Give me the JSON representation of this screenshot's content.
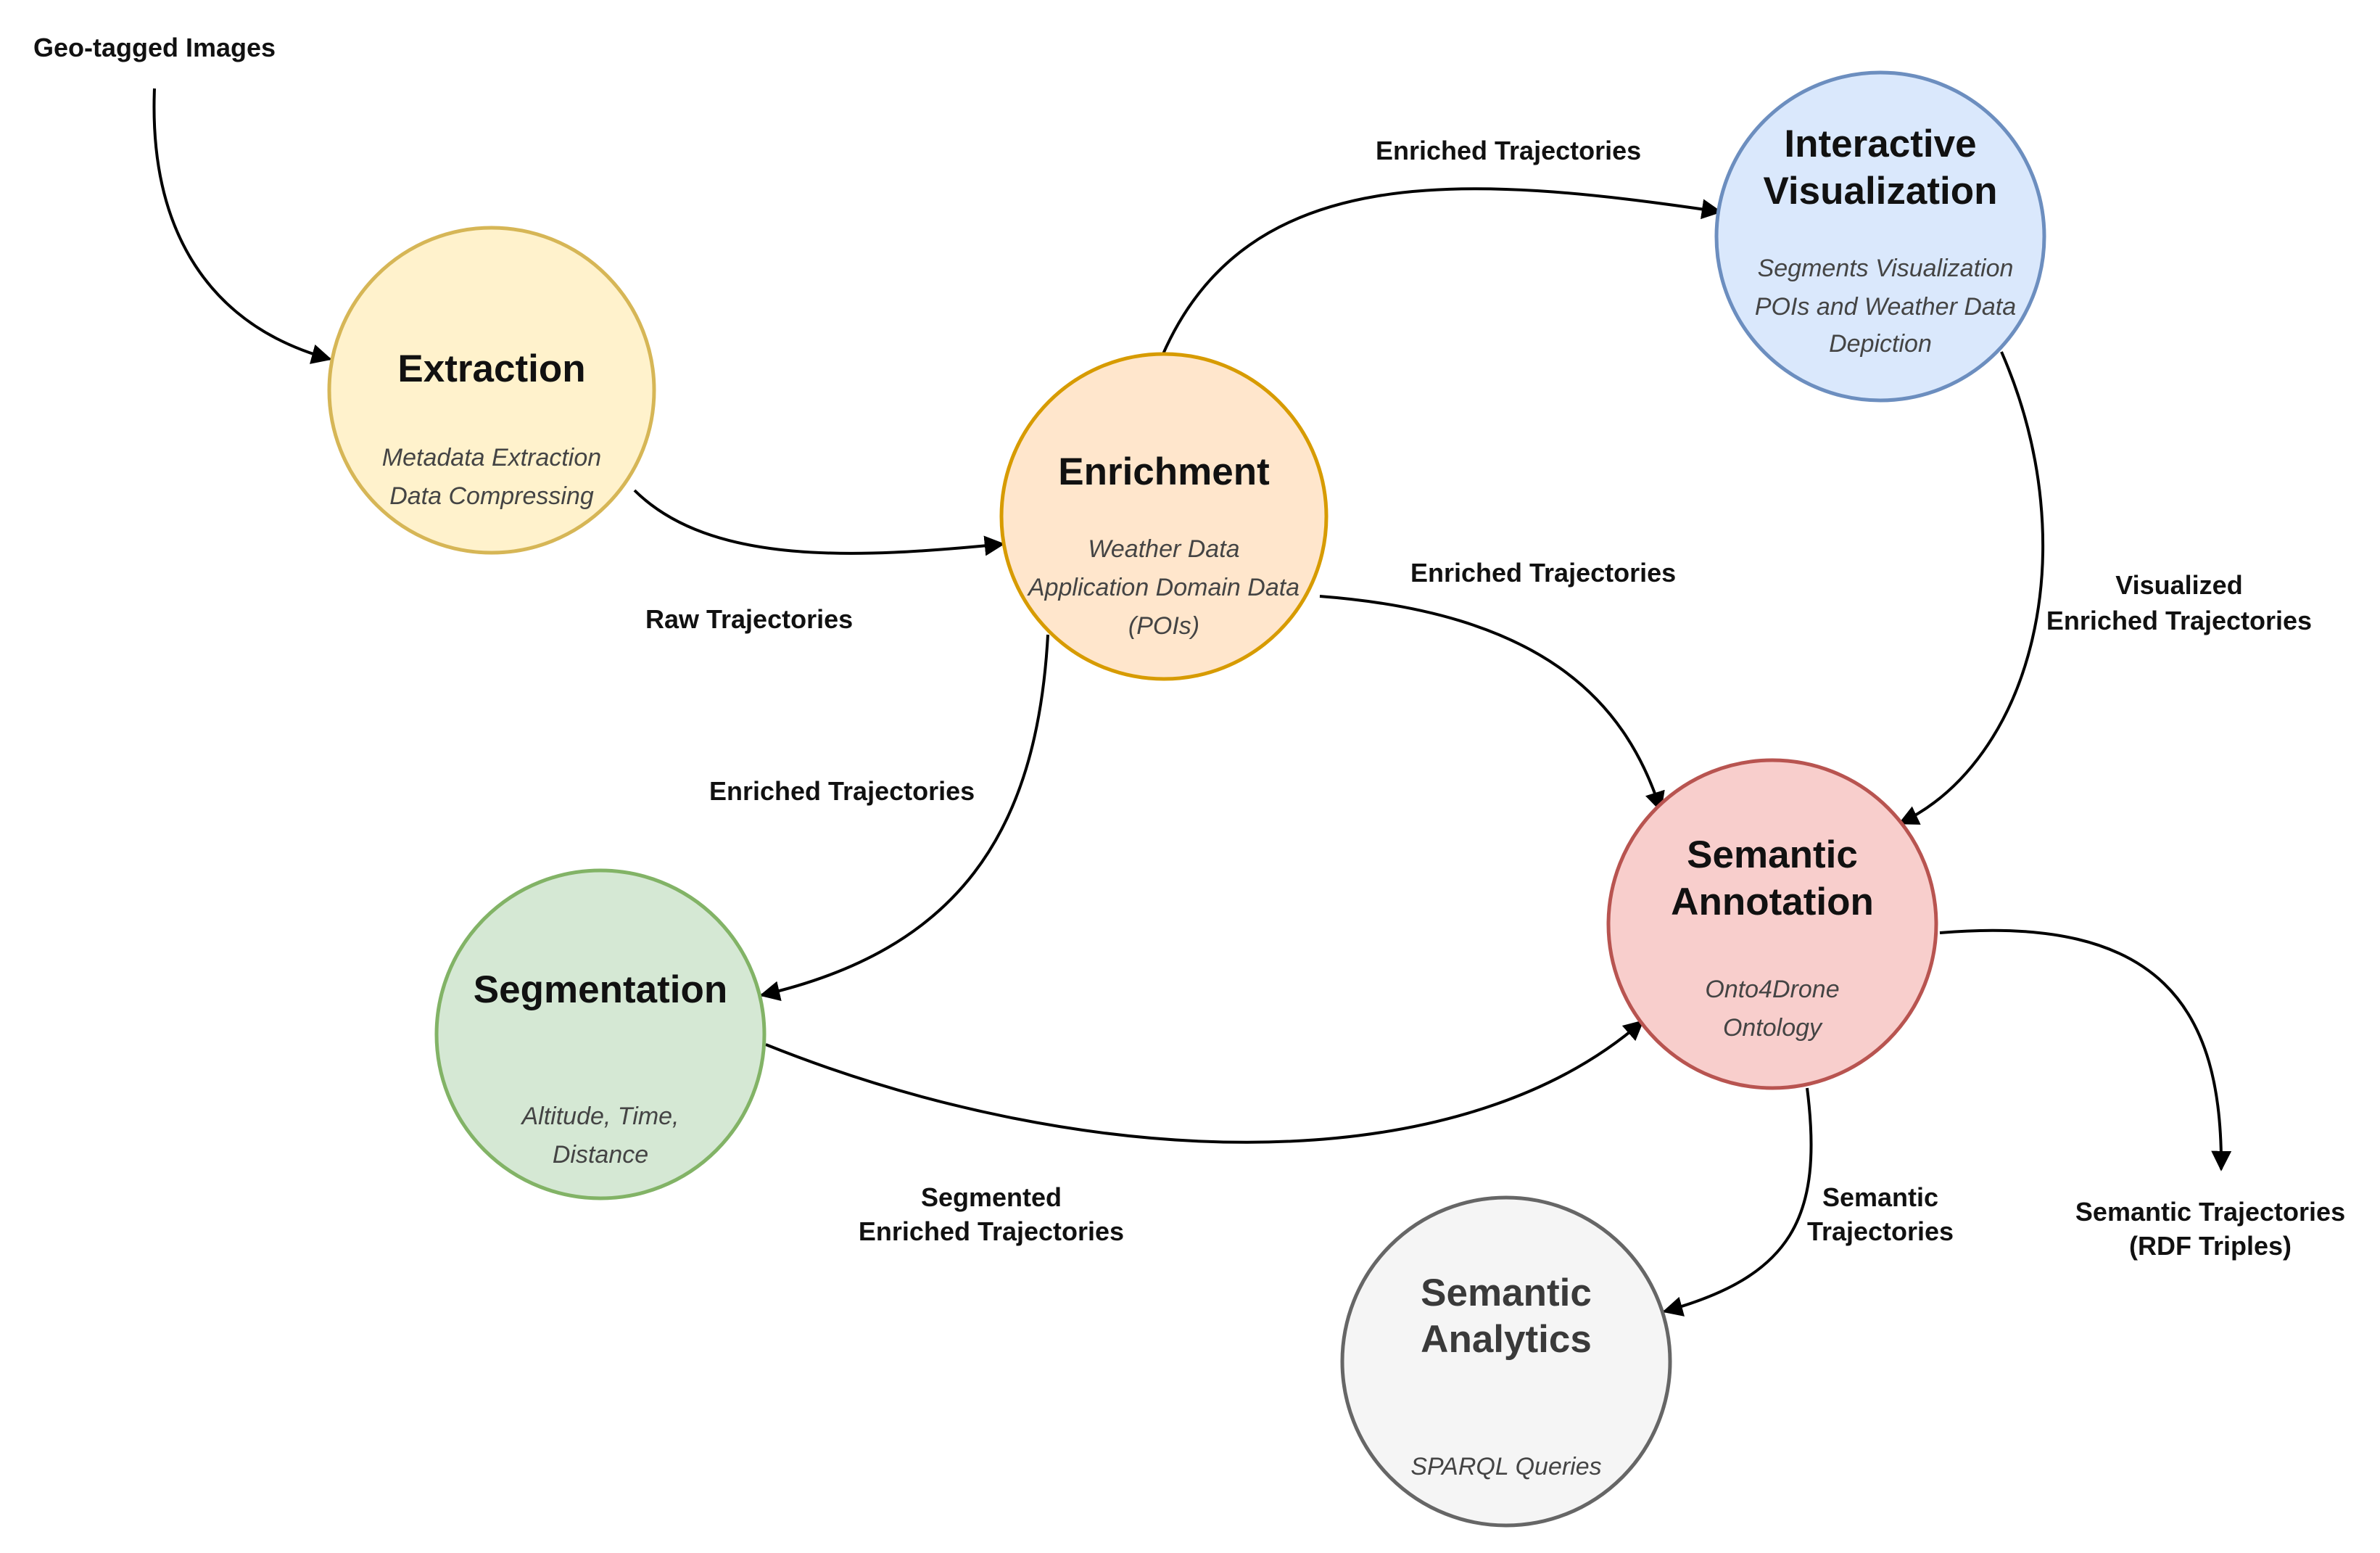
{
  "colors": {
    "extraction_fill": "#fff2cc",
    "extraction_stroke": "#d6b656",
    "enrichment_fill": "#ffe6cc",
    "enrichment_stroke": "#d79b00",
    "visualization_fill": "#dae8fc",
    "visualization_stroke": "#6c8ebf",
    "annotation_fill": "#f8cecc",
    "annotation_stroke": "#b85450",
    "segmentation_fill": "#d5e8d4",
    "segmentation_stroke": "#82b366",
    "analytics_fill": "#f5f5f5",
    "analytics_stroke": "#666666"
  },
  "input_label": "Geo-tagged Images",
  "nodes": {
    "extraction": {
      "title": "Extraction",
      "sub": [
        "Metadata Extraction",
        "Data Compressing"
      ]
    },
    "enrichment": {
      "title": "Enrichment",
      "sub": [
        "Weather Data",
        "Application Domain Data",
        "(POIs)"
      ]
    },
    "visualization": {
      "title": [
        "Interactive",
        "Visualization"
      ],
      "sub": [
        "Segments Visualization",
        "POIs and Weather Data",
        "Depiction"
      ]
    },
    "annotation": {
      "title": [
        "Semantic",
        "Annotation"
      ],
      "sub": [
        "Onto4Drone",
        "Ontology"
      ]
    },
    "segmentation": {
      "title": "Segmentation",
      "sub": [
        "Altitude, Time,",
        "Distance"
      ]
    },
    "analytics": {
      "title": [
        "Semantic",
        "Analytics"
      ],
      "sub": [
        "SPARQL Queries"
      ]
    }
  },
  "edges": {
    "raw": "Raw Trajectories",
    "enriched_to_vis": "Enriched Trajectories",
    "enriched_to_ann": "Enriched Trajectories",
    "enriched_to_seg": "Enriched Trajectories",
    "visualized": [
      "Visualized",
      "Enriched Trajectories"
    ],
    "segmented": [
      "Segmented",
      "Enriched Trajectories"
    ],
    "semantic": [
      "Semantic",
      "Trajectories"
    ],
    "rdf": [
      "Semantic Trajectories",
      "(RDF Triples)"
    ]
  }
}
